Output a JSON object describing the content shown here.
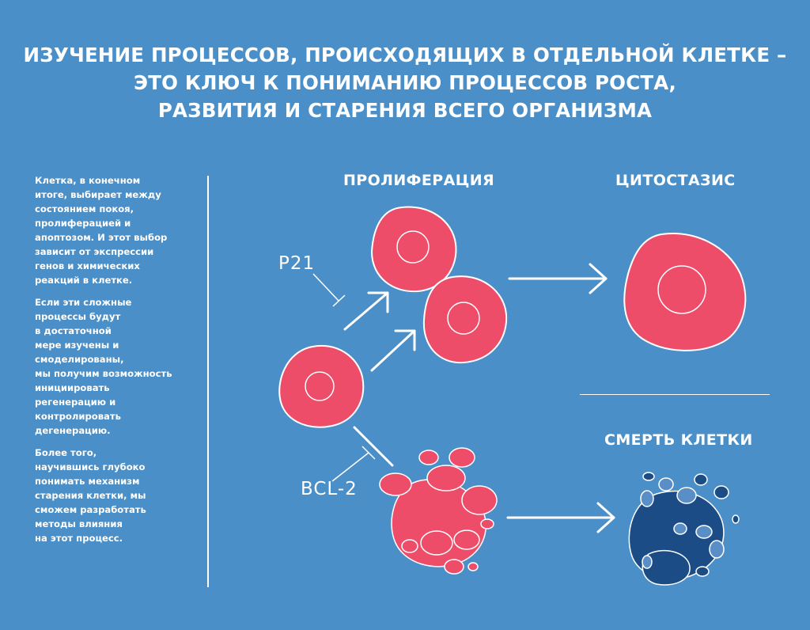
{
  "title": {
    "lines": [
      "Изучение процессов, происходящих в отдельной клетке –",
      "это ключ к пониманию процессов роста,",
      "развития и старения всего организма"
    ]
  },
  "side_text": {
    "paragraphs": [
      [
        "Клетка, в конечном",
        "итоге, выбирает между",
        "состоянием покоя,",
        "пролиферацией и",
        "апоптозом. И этот выбор",
        "зависит от экспрессии",
        "генов и химических",
        "реакций в клетке."
      ],
      [
        "Если эти сложные",
        "процессы будут",
        "в достаточной",
        "мере изучены и",
        "смоделированы,",
        "мы получим возможность",
        "инициировать",
        "регенерацию и",
        "контролировать",
        "дегенерацию."
      ],
      [
        "Более того,",
        "научившись глубоко",
        "понимать механизм",
        "старения клетки, мы",
        "сможем разработать",
        "методы влияния",
        "на этот процесс."
      ]
    ]
  },
  "labels": {
    "proliferation": "ПРОЛИФЕРАЦИЯ",
    "cytostasis": "ЦИТОСТАЗИС",
    "cell_death": "СМЕРТЬ КЛЕТКИ",
    "p21": "P21",
    "bcl2": "BCL-2"
  },
  "colors": {
    "background": "#4a8fc7",
    "cell": "#ee4d6a",
    "dead_cell": "#1b4c85",
    "dead_fragment": "#5a8ec6",
    "line": "#ffffff"
  }
}
